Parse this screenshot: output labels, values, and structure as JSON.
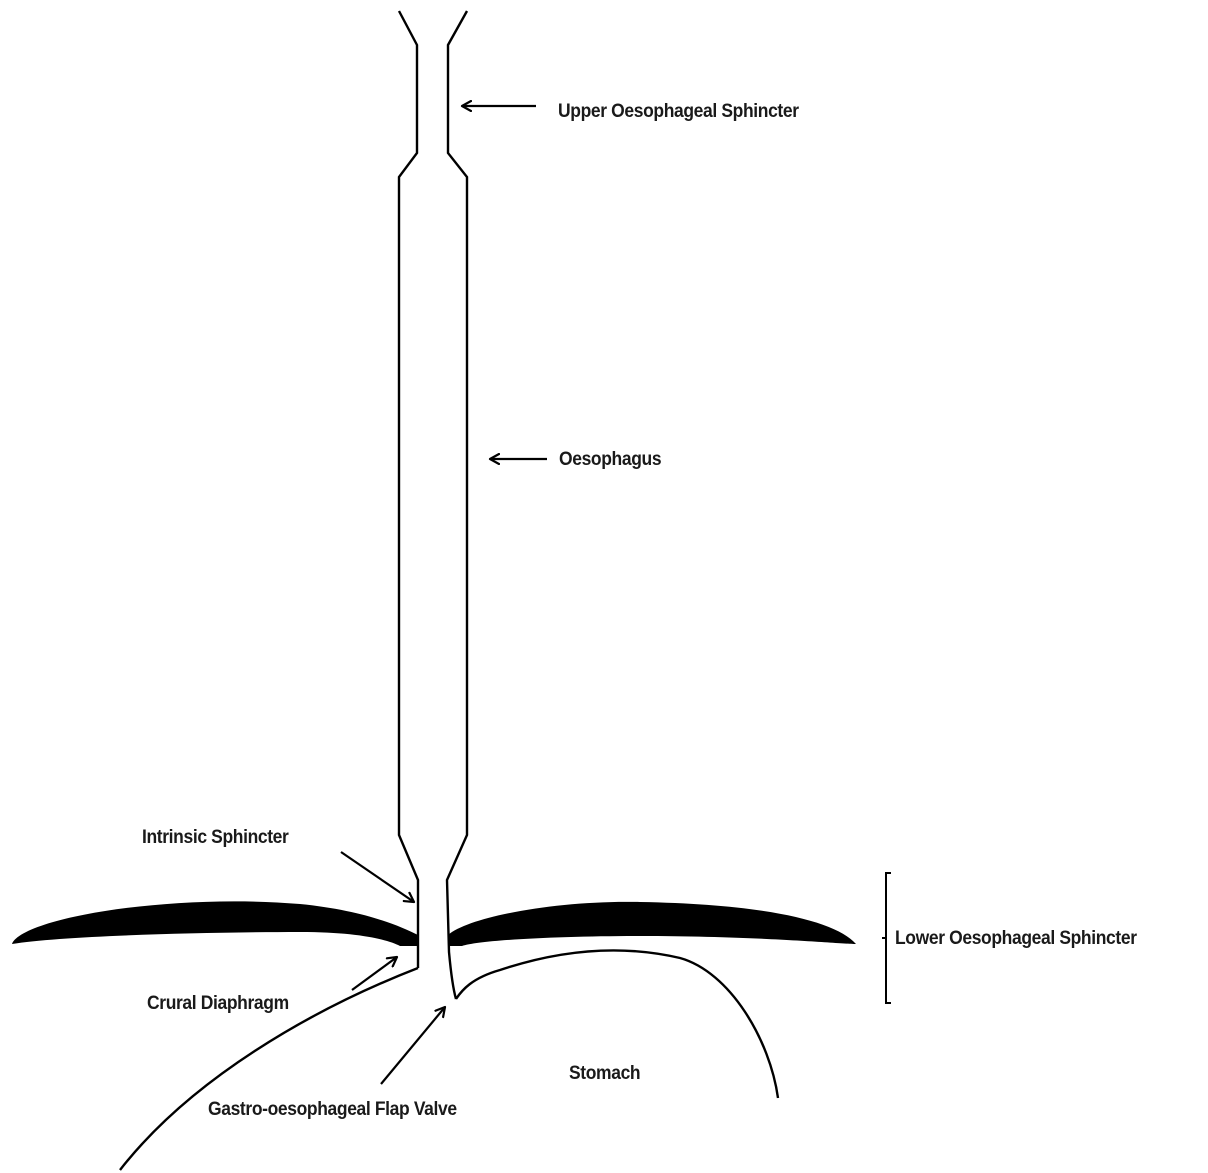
{
  "diagram": {
    "labels": {
      "upper_sphincter": "Upper Oesophageal Sphincter",
      "oesophagus": "Oesophagus",
      "intrinsic_sphincter": "Intrinsic Sphincter",
      "lower_sphincter": "Lower Oesophageal Sphincter",
      "crural_diaphragm": "Crural Diaphragm",
      "stomach": "Stomach",
      "flap_valve": "Gastro-oesophageal Flap Valve"
    },
    "colors": {
      "stroke": "#000000",
      "background": "#ffffff"
    }
  }
}
